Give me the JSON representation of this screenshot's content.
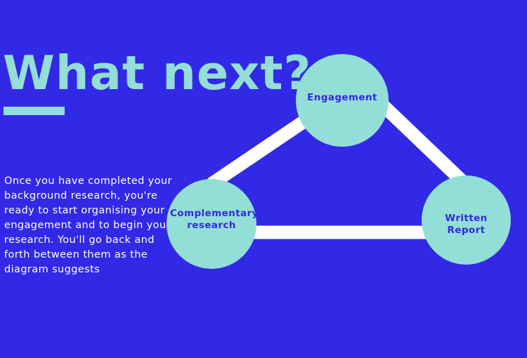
{
  "title": "What next?",
  "body_text": "Once you have completed your background research, you're ready to start organising your engagement and to begin your research. You'll go back and forth between them as the diagram suggests",
  "diagram": {
    "nodes": [
      {
        "label": "Engagement"
      },
      {
        "label": "Complementary research"
      },
      {
        "label": "Written Report"
      }
    ],
    "edges": [
      [
        "Engagement",
        "Complementary research"
      ],
      [
        "Engagement",
        "Written Report"
      ],
      [
        "Complementary research",
        "Written Report"
      ]
    ]
  },
  "colors": {
    "background": "#3229e6",
    "accent": "#93dfd8",
    "connector": "#ffffff"
  }
}
